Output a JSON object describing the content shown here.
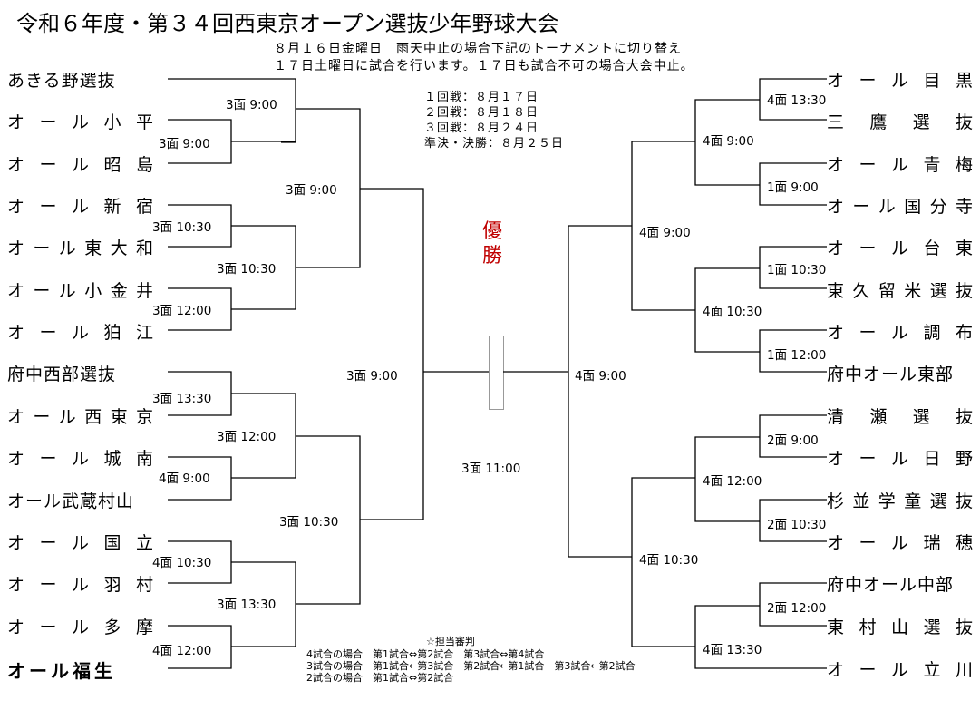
{
  "header": {
    "title": "令和６年度・第３４回西東京オープン選抜少年野球大会",
    "rain_note_1": "８月１６日金曜日　雨天中止の場合下記のトーナメントに切り替え",
    "rain_note_2": "１７日土曜日に試合を行います。１７日も試合不可の場合大会中止。"
  },
  "schedule": [
    "１回戦：８月１７日",
    "２回戦：８月１８日",
    "３回戦：８月２４日",
    "準決・決勝：８月２５日"
  ],
  "winner_label": "優勝",
  "left_teams": [
    "あきる野選抜",
    "オール小平",
    "オール昭島",
    "オール新宿",
    "オール東大和",
    "オール小金井",
    "オール狛江",
    "府中西部選抜",
    "オール西東京",
    "オール城南",
    "オール武蔵村山",
    "オール国立",
    "オール羽村",
    "オール多摩",
    "オール福生"
  ],
  "right_teams": [
    "オール目黒",
    "三鷹選抜",
    "オール青梅",
    "オール国分寺",
    "オール台東",
    "東久留米選抜",
    "オール調布",
    "府中オール東部",
    "清瀬選抜",
    "オール日野",
    "杉並学童選抜",
    "オール瑞穂",
    "府中オール中部",
    "東村山選抜",
    "オール立川"
  ],
  "matches": {
    "l_r1_a": "3面 9:00",
    "l_r1_b": "3面 10:30",
    "l_r1_c": "3面 12:00",
    "l_r1_d": "3面 13:30",
    "l_r1_e": "4面 9:00",
    "l_r1_f": "4面 10:30",
    "l_r1_g": "4面 12:00",
    "l_r2_a": "3面 9:00",
    "l_r2_b": "3面 10:30",
    "l_r2_c": "3面 12:00",
    "l_r2_d": "3面 13:30",
    "l_r3_a": "3面 9:00",
    "l_r3_b": "3面 10:30",
    "l_semi": "3面 9:00",
    "final": "3面 11:00",
    "r_r1_a": "4面 13:30",
    "r_r1_b": "1面 9:00",
    "r_r1_c": "1面 10:30",
    "r_r1_d": "1面 12:00",
    "r_r1_e": "2面 9:00",
    "r_r1_f": "2面 10:30",
    "r_r1_g": "2面 12:00",
    "r_r2_a": "4面 9:00",
    "r_r2_b": "4面 10:30",
    "r_r2_c": "4面 12:00",
    "r_r2_d": "4面 13:30",
    "r_r3_a": "4面 9:00",
    "r_r3_b": "4面 10:30",
    "r_semi": "4面 9:00"
  },
  "referee": {
    "title": "☆担当審判",
    "line_4": "4試合の場合　第1試合⇔第2試合　第3試合⇔第4試合",
    "line_3": "3試合の場合　第1試合←第3試合　第2試合←第1試合　第3試合←第2試合",
    "line_2": "2試合の場合　第1試合⇔第2試合"
  }
}
